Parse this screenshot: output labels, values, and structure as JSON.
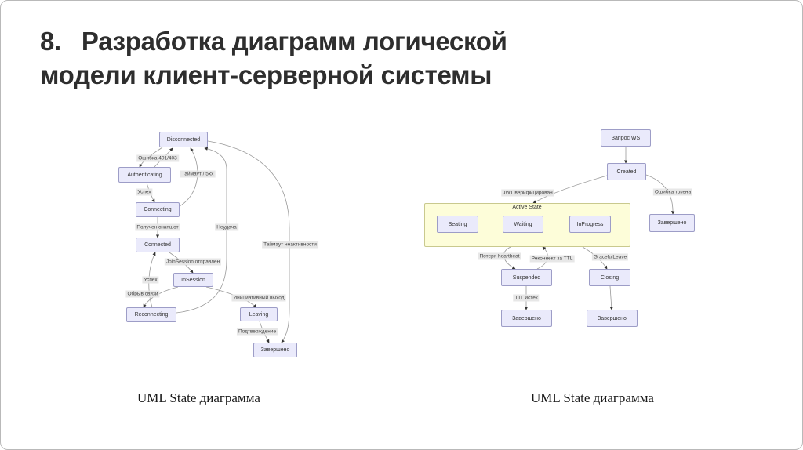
{
  "title": {
    "number": "8.",
    "line1": "Разработка диаграмм логической",
    "line2": "модели клиент-серверной системы"
  },
  "left_diagram": {
    "caption": "UML State диаграмма",
    "nodes": {
      "disconnected": "Disconnected",
      "authenticating": "Authenticating",
      "connecting": "Connecting",
      "connected": "Connected",
      "insession": "InSession",
      "reconnecting": "Reconnecting",
      "leaving": "Leaving",
      "zaversheno": "Завершено"
    },
    "edge_labels": {
      "error_401_403": "Ошибка 401/403",
      "timeout_5xx": "Таймаут / 5xx",
      "uspekh1": "Успех",
      "snapshot": "Получен снапшот",
      "neudacha": "Неудача",
      "timeout_inactive": "Таймаут неактивности",
      "joinsession": "JoinSession отправлен",
      "uspekh2": "Успех",
      "obryv": "Обрыв связи",
      "init_exit": "Инициативный выход",
      "podtverzhdenie": "Подтверждение"
    }
  },
  "right_diagram": {
    "caption": "UML State диаграмма",
    "composite_label": "Active State",
    "nodes": {
      "zapros_ws": "Запрос WS",
      "created": "Created",
      "seating": "Seating",
      "waiting": "Waiting",
      "inprogress": "InProgress",
      "zaversheno_token": "Завершено",
      "suspended": "Suspended",
      "closing": "Closing",
      "zaversheno_ttl": "Завершено",
      "zaversheno_close": "Завершено"
    },
    "edge_labels": {
      "jwt_verified": "JWT верифицирован",
      "token_error": "Ошибка токена",
      "heartbeat_loss": "Потеря heartbeat",
      "reconnect_ttl": "Реконнект за TTL",
      "graceful_leave": "GracefulLeave",
      "ttl_expired": "TTL истек"
    }
  },
  "colors": {
    "node_fill": "#eaeafb",
    "node_border": "#9d9dc7",
    "composite_fill": "#fdfdd9",
    "composite_border": "#c9c98e",
    "edge_line": "#999999",
    "arrowhead": "#333333",
    "title_text": "#2e2e2e"
  }
}
